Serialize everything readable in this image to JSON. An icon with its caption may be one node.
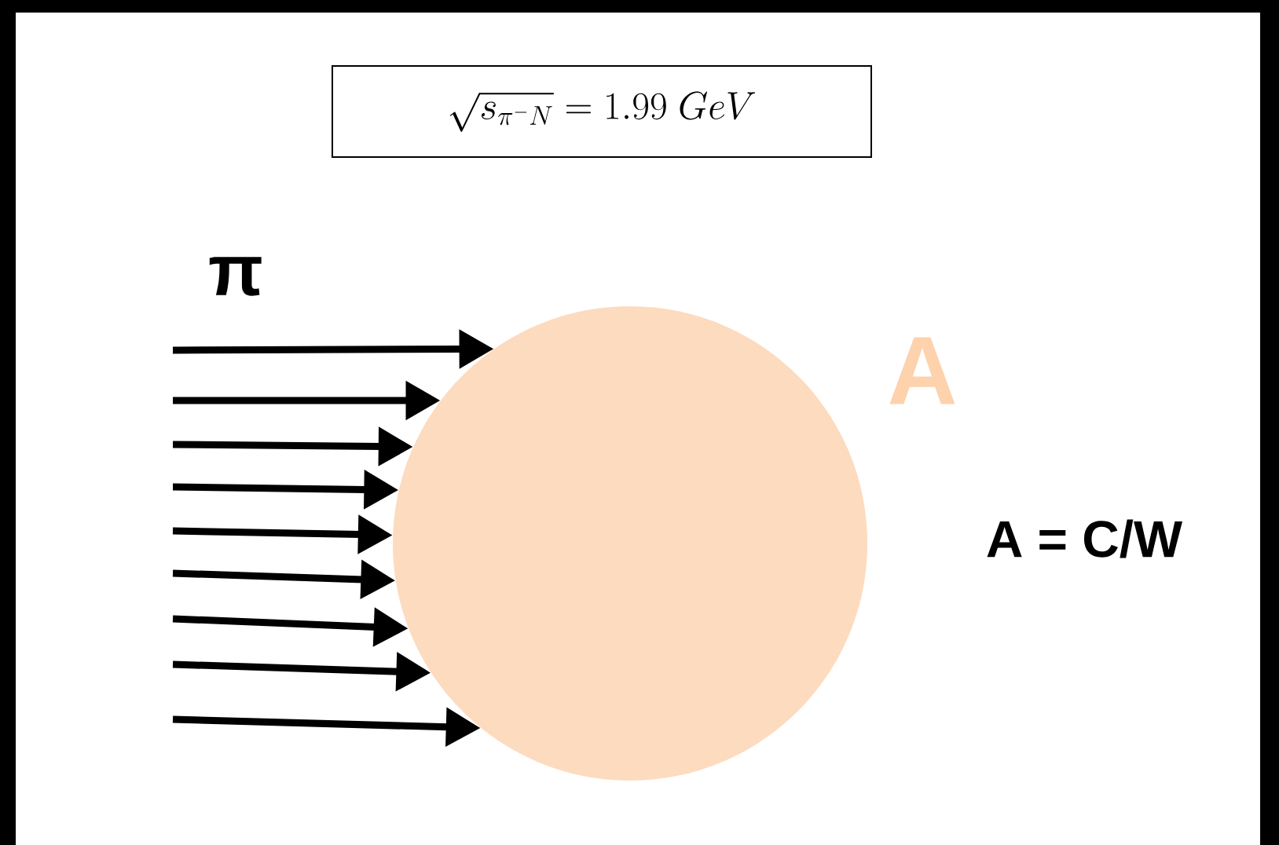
{
  "diagram": {
    "nodes": [
      {
        "text": [
          "\\sqrt{s_{\\pi^{-}N}} = 1.99\\ GeV"
        ]
      },
      {
        "text": [],
        "shape": "circle",
        "beside": [
          "A"
        ]
      }
    ],
    "edges": [
      {
        "from": null,
        "to": 1,
        "arrow": "to"
      },
      {
        "from": null,
        "to": 1,
        "arrow": "to"
      },
      {
        "from": null,
        "to": 1,
        "arrow": "to"
      },
      {
        "from": null,
        "to": 1,
        "arrow": "to"
      },
      {
        "from": null,
        "to": 1,
        "arrow": "to"
      },
      {
        "from": null,
        "to": 1,
        "arrow": "to"
      },
      {
        "from": null,
        "to": 1,
        "arrow": "to"
      },
      {
        "from": null,
        "to": 1,
        "arrow": "to"
      },
      {
        "from": null,
        "to": 1,
        "arrow": "to"
      }
    ],
    "labels": [
      "π",
      "A = C/W"
    ]
  }
}
